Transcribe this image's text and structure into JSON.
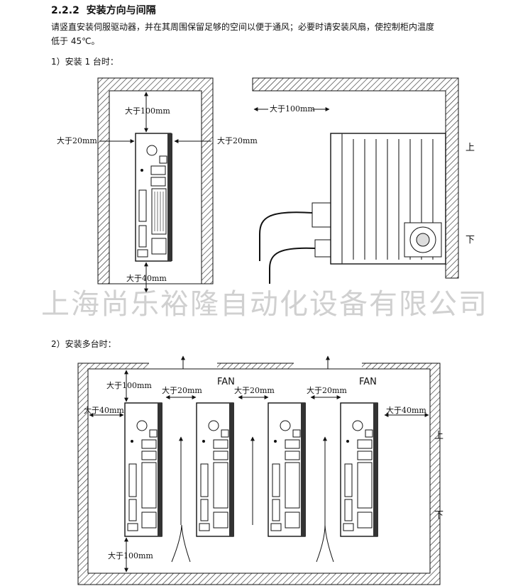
{
  "section": {
    "number": "2.2.2",
    "title": "安装方向与间隔"
  },
  "intro_line1": "请竖直安装伺服驱动器，并在其周围保留足够的空间以便于通风；必要时请安装风扇，使控制柜内温度",
  "intro_line2": "低于 45℃。",
  "fig1": {
    "caption": "1）安装 1 台时：",
    "gap_top": "大于100mm",
    "gap_left": "大于20mm",
    "gap_right": "大于20mm",
    "gap_bottom": "大于40mm",
    "side_gap": "大于100mm",
    "up": "上",
    "down": "下"
  },
  "fig2": {
    "caption": "2）安装多台时：",
    "gap_top": "大于100mm",
    "gap_between_1": "大于20mm",
    "gap_between_2": "大于20mm",
    "gap_between_3": "大于20mm",
    "gap_left": "大于40mm",
    "gap_right": "大于40mm",
    "gap_bottom": "大于100mm",
    "fan_1": "FAN",
    "fan_2": "FAN",
    "up": "上",
    "down": "下"
  },
  "watermark": "上海尚乐裕隆自动化设备有限公司"
}
